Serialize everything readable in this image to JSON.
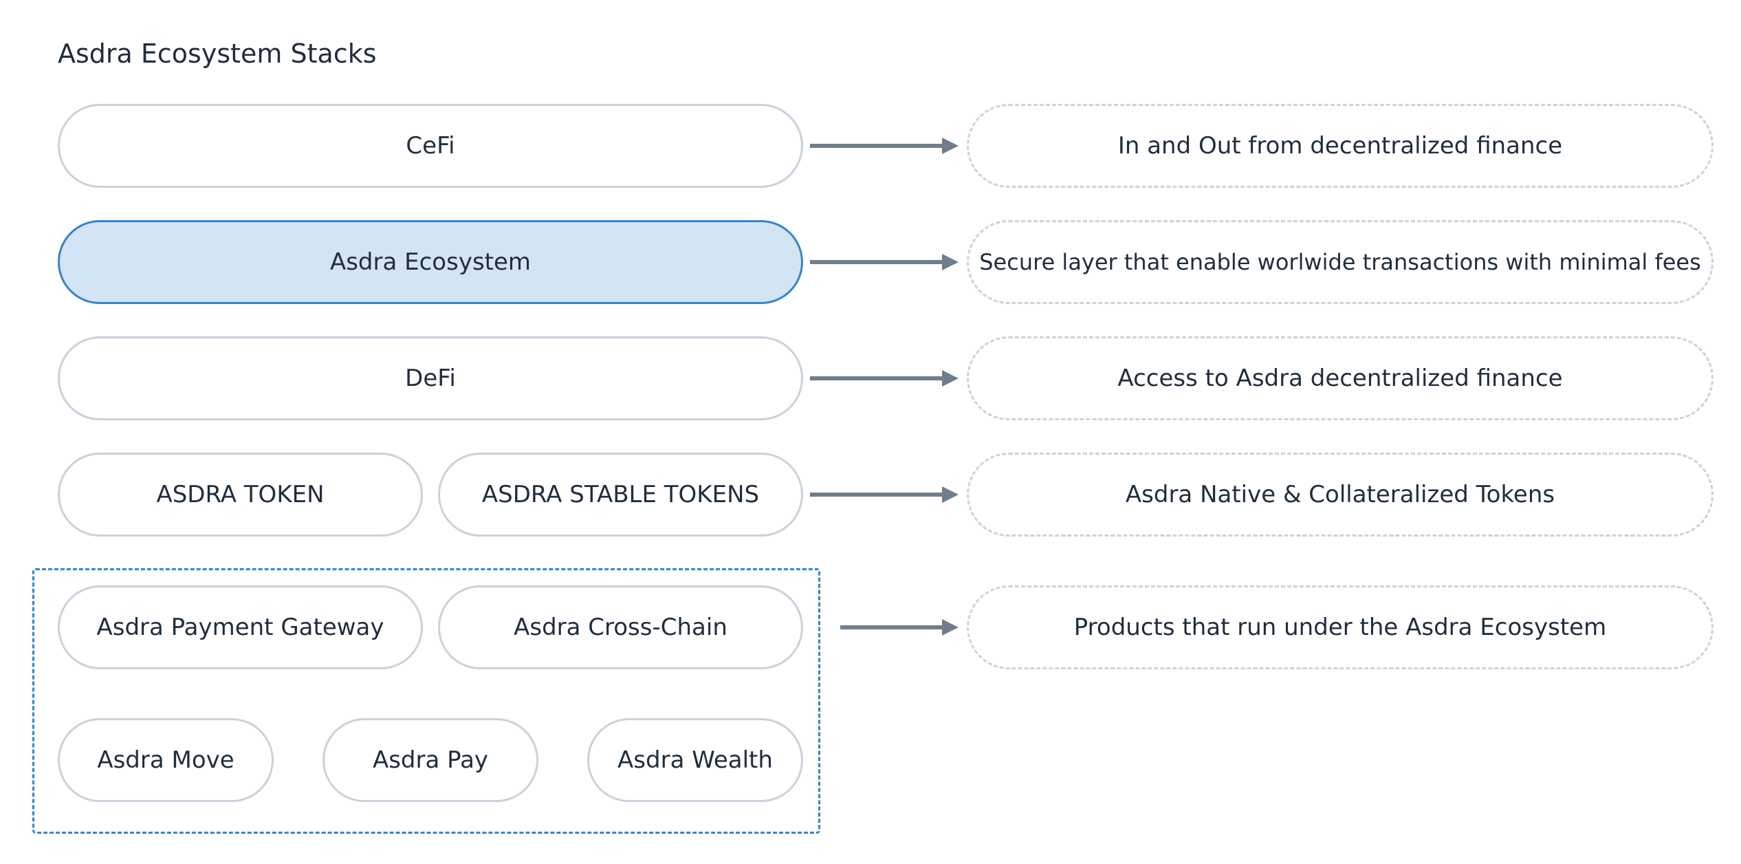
{
  "title": "Asdra Ecosystem Stacks",
  "rows": {
    "cefi": {
      "label": "CeFi",
      "description": "In and Out from decentralized finance"
    },
    "ecosystem": {
      "label": "Asdra Ecosystem",
      "description": "Secure layer that enable worlwide transactions with minimal fees"
    },
    "defi": {
      "label": "DeFi",
      "description": "Access to Asdra decentralized finance"
    },
    "tokens": {
      "token_label": "ASDRA TOKEN",
      "stable_label": "ASDRA STABLE TOKENS",
      "description": "Asdra Native & Collateralized Tokens"
    },
    "products": {
      "payment_gateway": "Asdra Payment Gateway",
      "cross_chain": "Asdra Cross-Chain",
      "move": "Asdra Move",
      "pay": "Asdra Pay",
      "wealth": "Asdra Wealth",
      "description": "Products that run under the Asdra Ecosystem"
    }
  },
  "colors": {
    "text": "#1f2d3d",
    "pill_border": "#c9d2dc",
    "active_fill": "#d3e4f5",
    "active_border": "#3585c9",
    "arrow": "#6f7e8c",
    "desc_border": "#cbd3dc",
    "group_border": "#3585c9"
  }
}
